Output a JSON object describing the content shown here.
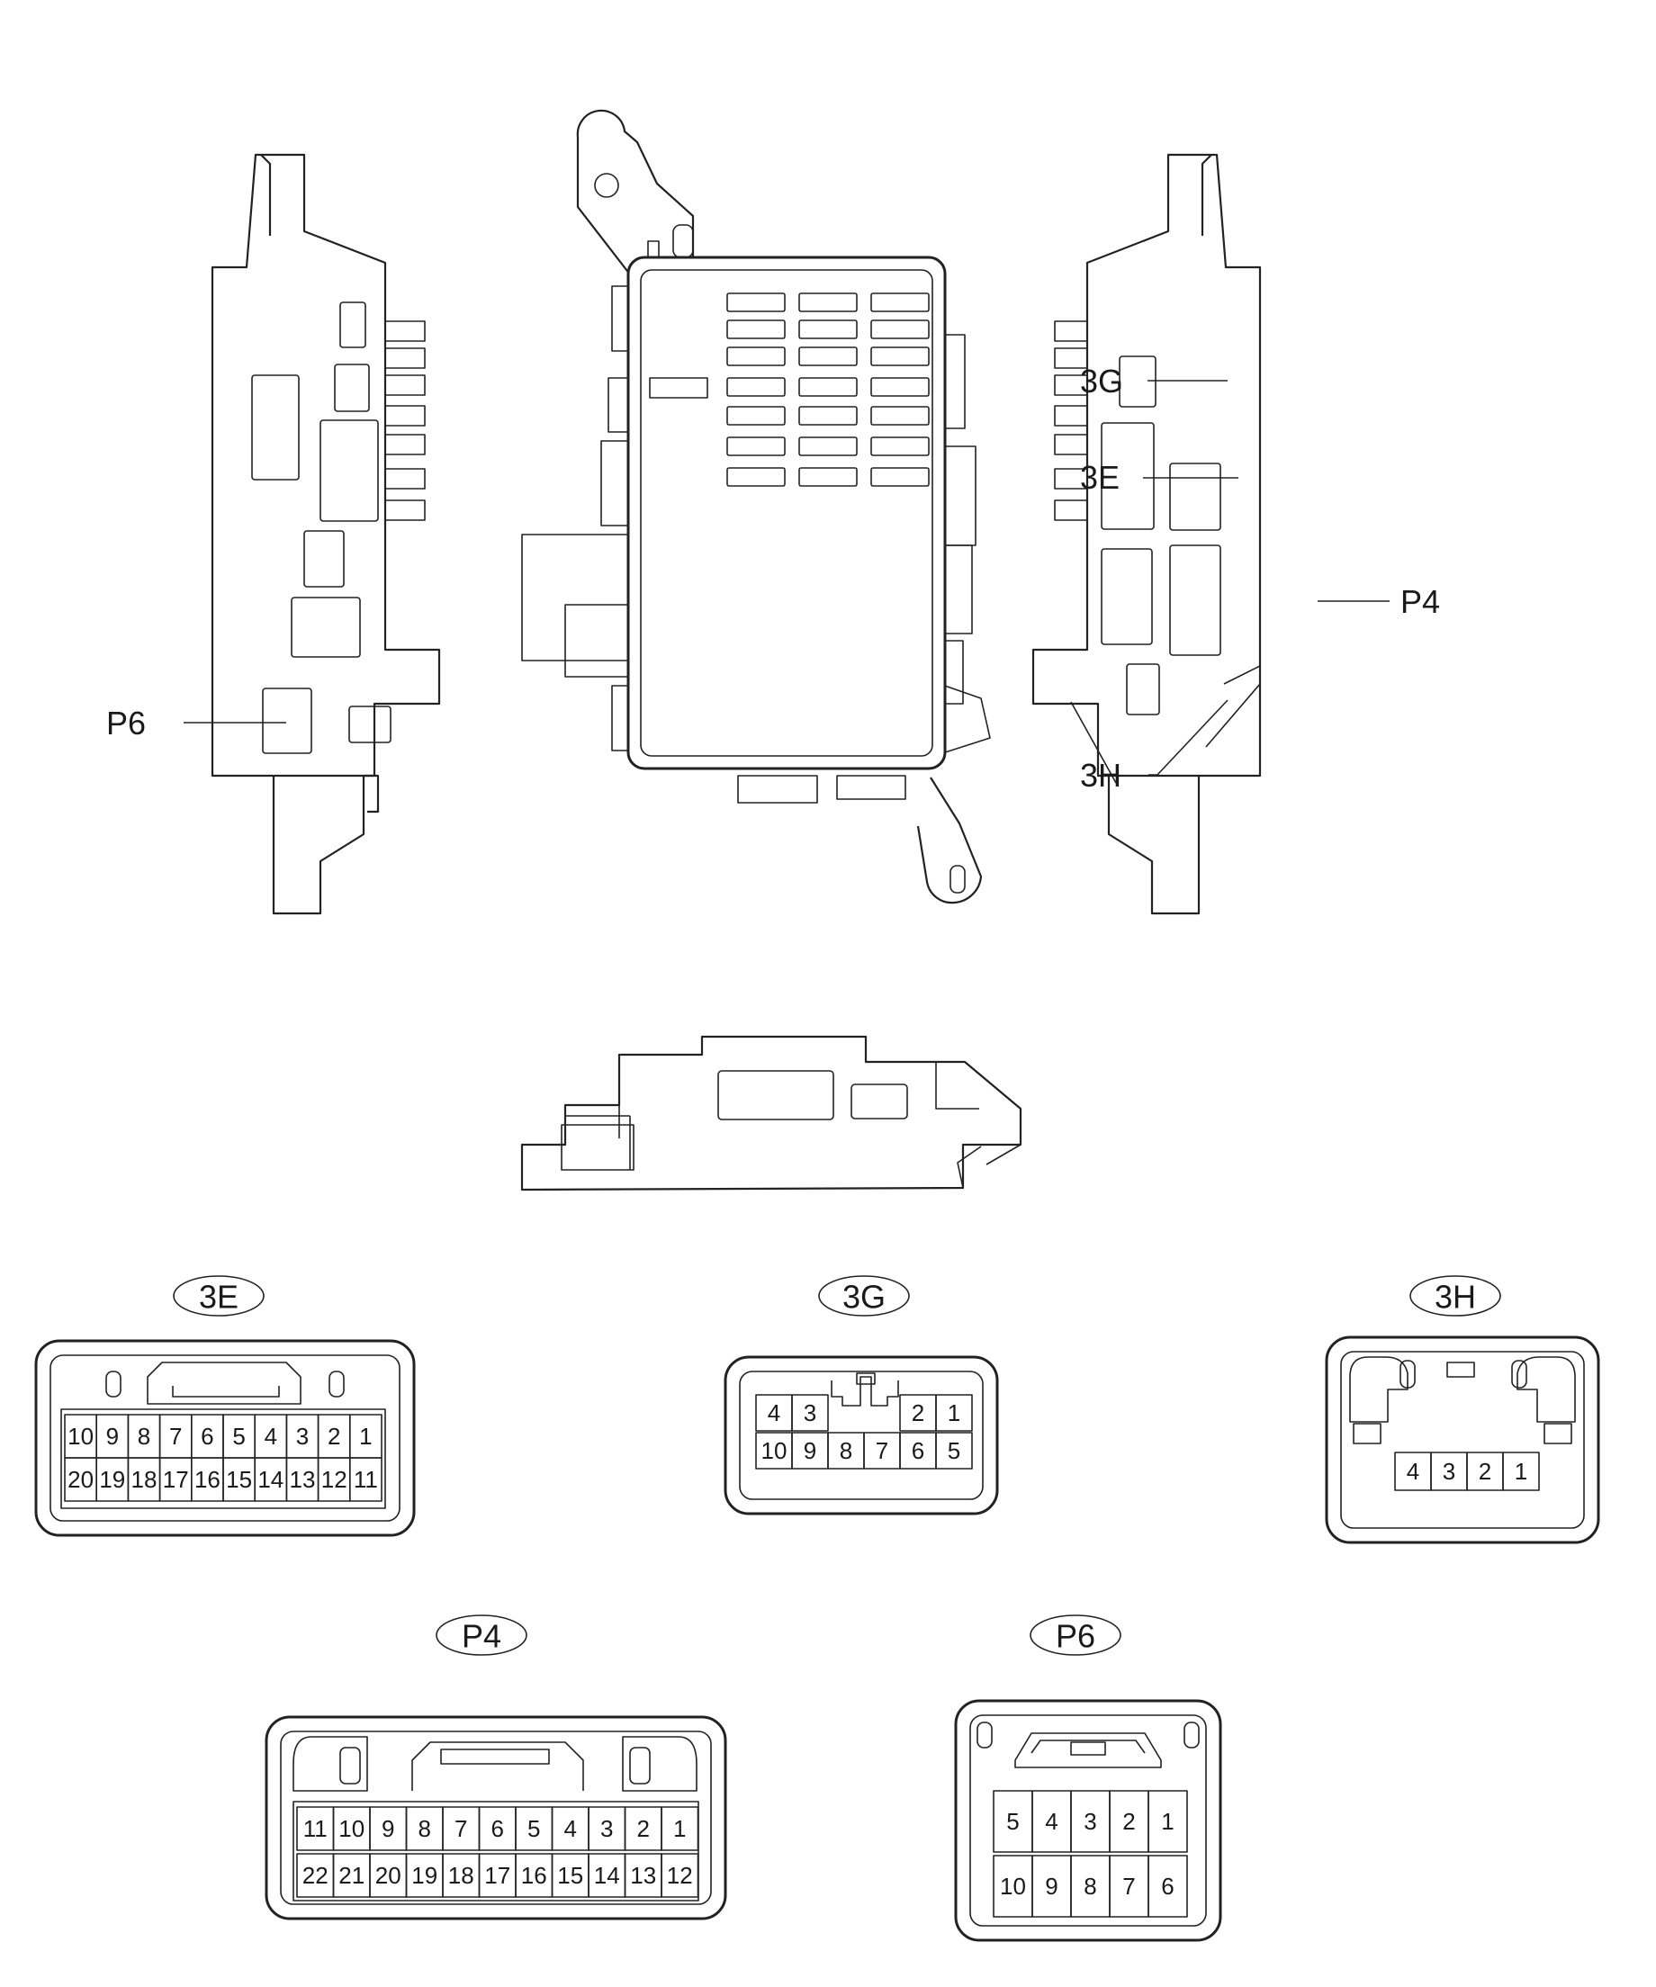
{
  "callouts": {
    "p6": "P6",
    "g3": "3G",
    "e3": "3E",
    "p4": "P4",
    "h3": "3H"
  },
  "connectors": {
    "c3e": {
      "label": "3E",
      "row1": [
        "10",
        "9",
        "8",
        "7",
        "6",
        "5",
        "4",
        "3",
        "2",
        "1"
      ],
      "row2": [
        "20",
        "19",
        "18",
        "17",
        "16",
        "15",
        "14",
        "13",
        "12",
        "11"
      ]
    },
    "c3g": {
      "label": "3G",
      "row1": [
        "4",
        "3",
        "",
        "",
        "2",
        "1"
      ],
      "row2": [
        "10",
        "9",
        "8",
        "7",
        "6",
        "5"
      ]
    },
    "c3h": {
      "label": "3H",
      "row1": [
        "4",
        "3",
        "2",
        "1"
      ]
    },
    "cp4": {
      "label": "P4",
      "row1": [
        "11",
        "10",
        "9",
        "8",
        "7",
        "6",
        "5",
        "4",
        "3",
        "2",
        "1"
      ],
      "row2": [
        "22",
        "21",
        "20",
        "19",
        "18",
        "17",
        "16",
        "15",
        "14",
        "13",
        "12"
      ]
    },
    "cp6": {
      "label": "P6",
      "row1": [
        "5",
        "4",
        "3",
        "2",
        "1"
      ],
      "row2": [
        "10",
        "9",
        "8",
        "7",
        "6"
      ]
    }
  }
}
